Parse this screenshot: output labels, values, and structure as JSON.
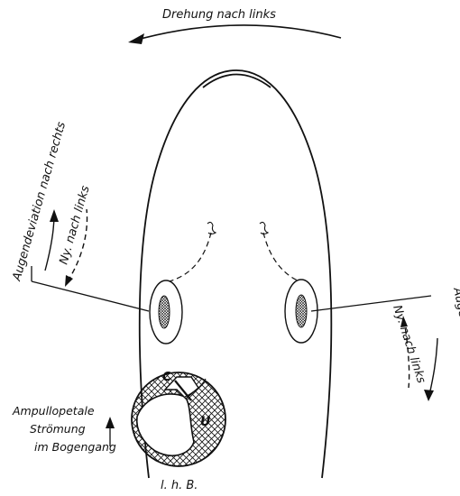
{
  "labels": {
    "rotation": "Drehung nach links",
    "left_eye_deviation": "Augendeviation nach rechts",
    "left_nystagmus": "Ny. nach links",
    "right_eye_deviation": "Augendeviation nach rechts",
    "right_nystagmus": "Ny. nach links",
    "ampullopetal_line1": "Ampullopetale",
    "ampullopetal_line2": "Strömung",
    "ampullopetal_line3": "im Bogengang",
    "canal_c": "C",
    "canal_u": "U",
    "canal_lhb": "l. h. B."
  },
  "colors": {
    "ink": "#111111",
    "background": "#ffffff"
  }
}
